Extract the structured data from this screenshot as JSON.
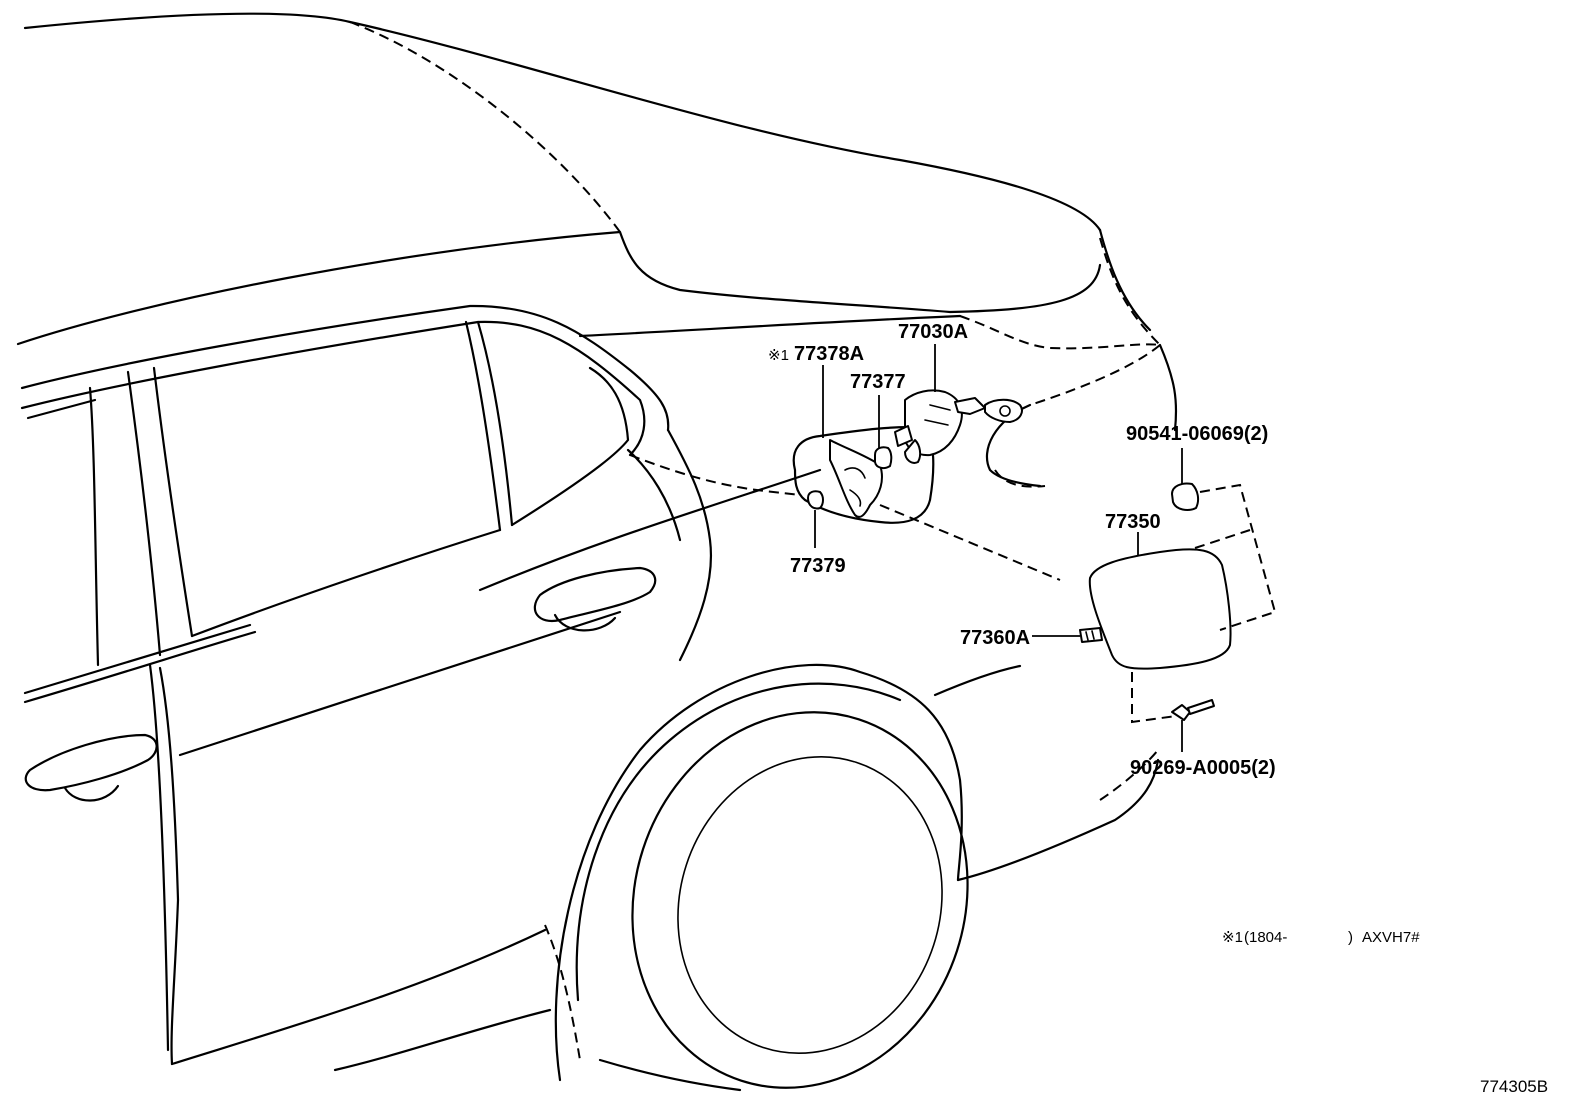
{
  "labels": {
    "p77030A": "77030A",
    "p77378A_mark": "※1",
    "p77378A": "77378A",
    "p77377": "77377",
    "p77379": "77379",
    "p90541": "90541-06069(2)",
    "p77350": "77350",
    "p77360A": "77360A",
    "p90269": "90269-A0005(2)"
  },
  "footnote": {
    "mark": "※1",
    "range_open": "(1804-",
    "range_close": ")",
    "model": "AXVH7#"
  },
  "diagram_ref": "774305B"
}
